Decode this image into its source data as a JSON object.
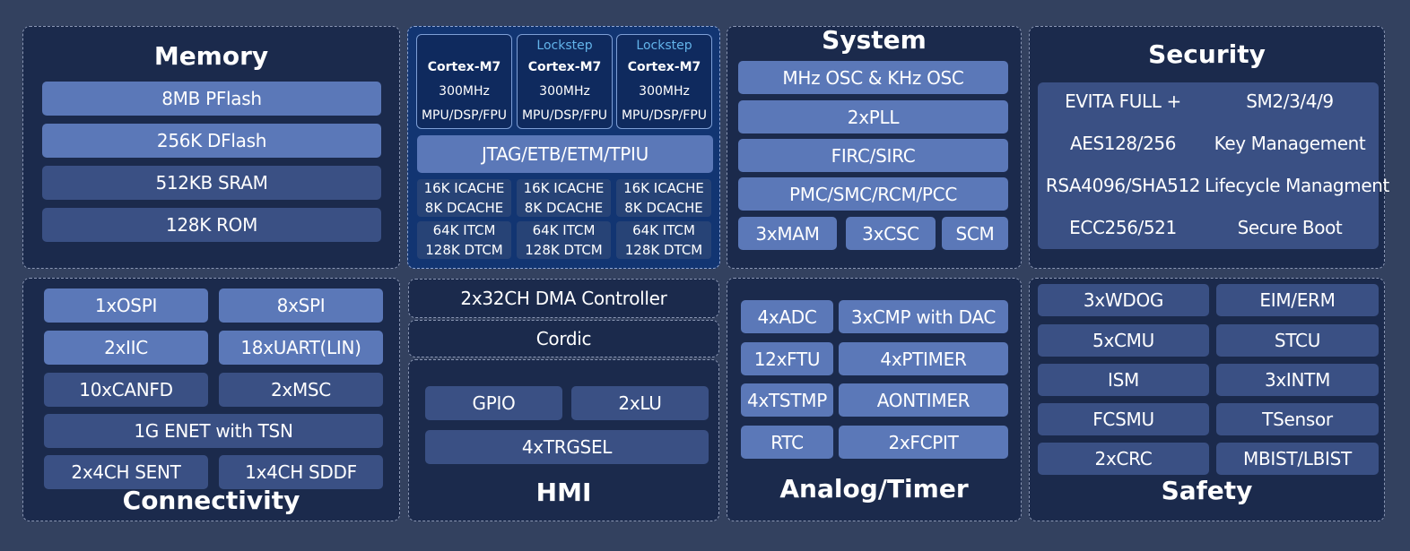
{
  "memory": {
    "title": "Memory",
    "items": [
      "8MB PFlash",
      "256K DFlash",
      "512KB SRAM",
      "128K ROM"
    ]
  },
  "core": {
    "cores": [
      {
        "lockstep": "",
        "name": "Cortex-M7",
        "freq": "300MHz",
        "feat": "MPU/DSP/FPU"
      },
      {
        "lockstep": "Lockstep",
        "name": "Cortex-M7",
        "freq": "300MHz",
        "feat": "MPU/DSP/FPU"
      },
      {
        "lockstep": "Lockstep",
        "name": "Cortex-M7",
        "freq": "300MHz",
        "feat": "MPU/DSP/FPU"
      }
    ],
    "debug": "JTAG/ETB/ETM/TPIU",
    "cache": [
      {
        "icache": "16K ICACHE",
        "dcache": "8K DCACHE",
        "itcm": "64K ITCM",
        "dtcm": "128K DTCM"
      },
      {
        "icache": "16K ICACHE",
        "dcache": "8K DCACHE",
        "itcm": "64K ITCM",
        "dtcm": "128K DTCM"
      },
      {
        "icache": "16K ICACHE",
        "dcache": "8K DCACHE",
        "itcm": "64K ITCM",
        "dtcm": "128K DTCM"
      }
    ]
  },
  "system": {
    "title": "System",
    "items": [
      "MHz OSC & KHz OSC",
      "2xPLL",
      "FIRC/SIRC",
      "PMC/SMC/RCM/PCC"
    ],
    "bottom": [
      "3xMAM",
      "3xCSC",
      "SCM"
    ]
  },
  "security": {
    "title": "Security",
    "left": [
      "EVITA FULL +",
      "AES128/256",
      "RSA4096/SHA512",
      "ECC256/521"
    ],
    "right": [
      "SM2/3/4/9",
      "Key Management",
      "Lifecycle Managment",
      "Secure Boot"
    ]
  },
  "connectivity": {
    "title": "Connectivity",
    "items": [
      "1xOSPI",
      "8xSPI",
      "2xIIC",
      "18xUART(LIN)",
      "10xCANFD",
      "2xMSC",
      "1G ENET with TSN",
      "2x4CH SENT",
      "1x4CH SDDF"
    ]
  },
  "dma": {
    "label": "2x32CH DMA Controller"
  },
  "cordic": {
    "label": "Cordic"
  },
  "hmi": {
    "title": "HMI",
    "items": [
      "GPIO",
      "2xLU",
      "4xTRGSEL"
    ]
  },
  "analog": {
    "title": "Analog/Timer",
    "items": [
      "4xADC",
      "3xCMP with DAC",
      "12xFTU",
      "4xPTIMER",
      "4xTSTMP",
      "AONTIMER",
      "RTC",
      "2xFCPIT"
    ]
  },
  "safety": {
    "title": "Safety",
    "items": [
      "3xWDOG",
      "EIM/ERM",
      "5xCMU",
      "STCU",
      "ISM",
      "3xINTM",
      "FCSMU",
      "TSensor",
      "2xCRC",
      "MBIST/LBIST"
    ]
  },
  "colors": {
    "background": "#33415f",
    "panel": "#1b2a4c",
    "block_light": "#5b78b8",
    "block_dark": "#3a5084",
    "lockstep": "#63b4ea"
  }
}
